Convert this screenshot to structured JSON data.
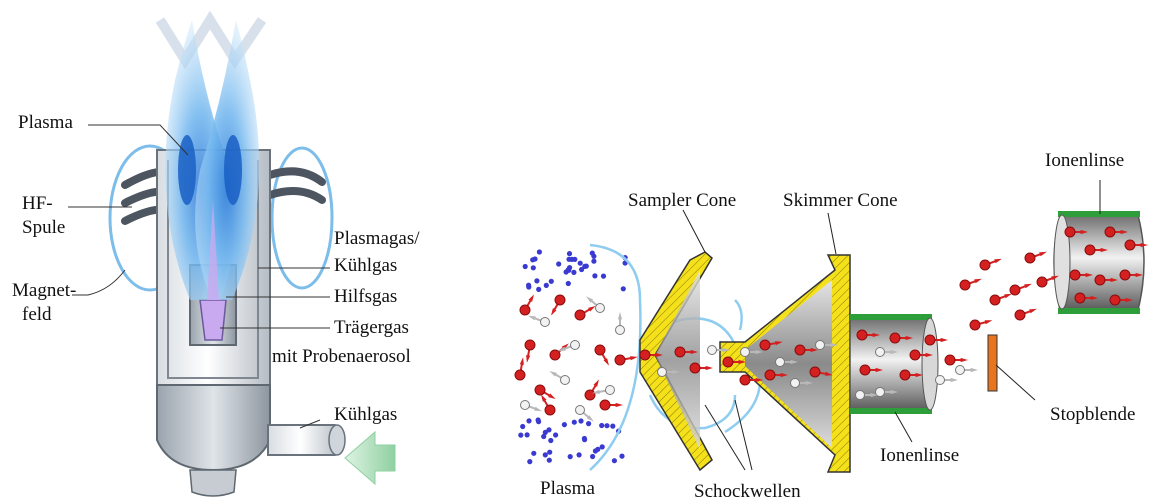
{
  "torch": {
    "labels": {
      "plasma": "Plasma",
      "hf_spule_1": "HF-",
      "hf_spule_2": "Spule",
      "magnetfeld_1": "Magnet-",
      "magnetfeld_2": "feld",
      "plasmagas_1": "Plasmagas/",
      "plasmagas_2": "Kühlgas",
      "hilfsgas": "Hilfsgas",
      "traegergas_1": "Trägergas",
      "traegergas_2": "mit Probenaerosol",
      "kuehlgas": "Kühlgas"
    }
  },
  "interface": {
    "labels": {
      "sampler_cone": "Sampler Cone",
      "skimmer_cone": "Skimmer Cone",
      "ionenlinse_top": "Ionenlinse",
      "ionenlinse_bottom": "Ionenlinse",
      "stopblende": "Stopblende",
      "plasma": "Plasma",
      "schockwellen": "Schockwellen"
    }
  },
  "colors": {
    "plasma_blue": "#4fa3e6",
    "ion_red": "#d42020",
    "cone_yellow": "#f4e11c",
    "lens_green": "#2e9e3a",
    "stop_orange": "#e8741e",
    "shock_blue": "#8fcdf0",
    "neutral_dot": "#3a3ad0",
    "arrow_green": "#9bd6a8"
  }
}
